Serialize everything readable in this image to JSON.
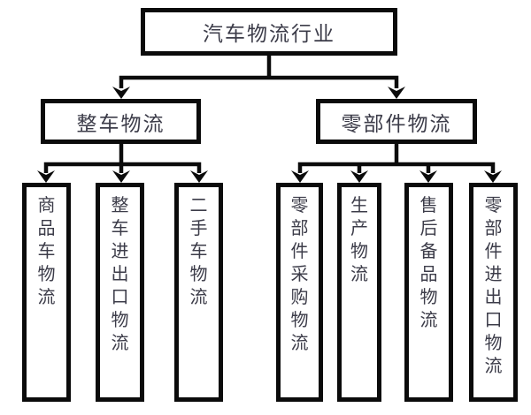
{
  "diagram": {
    "type": "flowchart",
    "root": {
      "label": "汽车物流行业"
    },
    "branches": [
      {
        "label": "整车物流",
        "children": [
          {
            "label": "商品车物流"
          },
          {
            "label": "整车进出口物流"
          },
          {
            "label": "二手车物流"
          }
        ]
      },
      {
        "label": "零部件物流",
        "children": [
          {
            "label": "零部件采购物流"
          },
          {
            "label": "生产物流"
          },
          {
            "label": "售后备品物流"
          },
          {
            "label": "零部件进出口物流"
          }
        ]
      }
    ],
    "colors": {
      "border_and_lines": "#0b0b0b",
      "text": "#3c3c49",
      "background": "#ffffff"
    }
  }
}
